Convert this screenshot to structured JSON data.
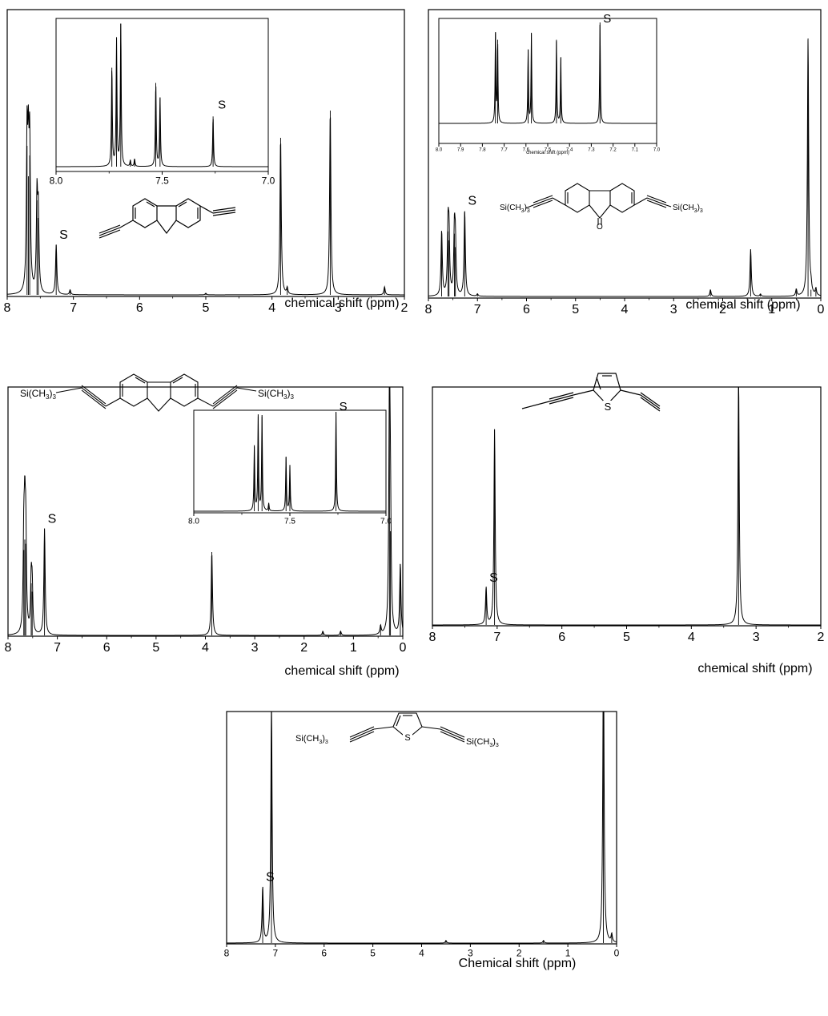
{
  "figure": {
    "axis_color": "#000000",
    "trace_color": "#000000"
  },
  "chart_data": [
    {
      "type": "line",
      "xlabel": "chemical shift (ppm)",
      "xlim": [
        8,
        2
      ],
      "x_ticks": [
        "8",
        "7",
        "6",
        "5",
        "4",
        "3",
        "2"
      ],
      "peaks": [
        {
          "x": 7.7,
          "y": 0.93
        },
        {
          "x": 7.68,
          "y": 0.74
        },
        {
          "x": 7.66,
          "y": 0.87
        },
        {
          "x": 7.55,
          "y": 0.59
        },
        {
          "x": 7.53,
          "y": 0.48
        },
        {
          "x": 7.26,
          "y": 0.31
        },
        {
          "x": 7.05,
          "y": 0.03
        },
        {
          "x": 5.0,
          "y": 0.01
        },
        {
          "x": 3.87,
          "y": 0.98
        },
        {
          "x": 3.77,
          "y": 0.04
        },
        {
          "x": 3.12,
          "y": 1.15
        },
        {
          "x": 2.3,
          "y": 0.05
        }
      ],
      "annotations": [
        {
          "text": "S",
          "x": 7.26
        }
      ],
      "inset": {
        "xlim": [
          8.0,
          7.0
        ],
        "x_ticks": [
          "8.0",
          "7.5",
          "7.0"
        ],
        "peaks": [
          {
            "x": 7.737,
            "y": 0.65
          },
          {
            "x": 7.715,
            "y": 0.83
          },
          {
            "x": 7.695,
            "y": 0.94
          },
          {
            "x": 7.65,
            "y": 0.04
          },
          {
            "x": 7.63,
            "y": 0.05
          },
          {
            "x": 7.53,
            "y": 0.55
          },
          {
            "x": 7.51,
            "y": 0.45
          },
          {
            "x": 7.26,
            "y": 0.33
          }
        ],
        "annotations": [
          {
            "text": "S",
            "x": 7.26
          }
        ]
      }
    },
    {
      "type": "line",
      "xlabel": "chemical shift (ppm)",
      "xlim": [
        8,
        0
      ],
      "x_ticks": [
        "8",
        "7",
        "6",
        "5",
        "4",
        "3",
        "2",
        "1",
        "0"
      ],
      "peaks": [
        {
          "x": 7.73,
          "y": 0.29
        },
        {
          "x": 7.6,
          "y": 0.29
        },
        {
          "x": 7.58,
          "y": 0.25
        },
        {
          "x": 7.47,
          "y": 0.28
        },
        {
          "x": 7.45,
          "y": 0.22
        },
        {
          "x": 7.26,
          "y": 0.38
        },
        {
          "x": 7.0,
          "y": 0.01
        },
        {
          "x": 2.25,
          "y": 0.03
        },
        {
          "x": 1.43,
          "y": 0.21
        },
        {
          "x": 1.23,
          "y": 0.01
        },
        {
          "x": 0.5,
          "y": 0.03
        },
        {
          "x": 0.26,
          "y": 1.15
        },
        {
          "x": 0.2,
          "y": 0.03
        },
        {
          "x": 0.1,
          "y": 0.03
        }
      ],
      "annotations": [
        {
          "text": "S",
          "x": 7.26
        }
      ],
      "inset": {
        "xlim": [
          8.0,
          7.0
        ],
        "xlabel": "chemical shift (ppm)",
        "x_ticks": [
          "8.0",
          "7.9",
          "7.8",
          "7.7",
          "7.6",
          "7.5",
          "7.4",
          "7.3",
          "7.2",
          "7.1",
          "7.0"
        ],
        "peaks": [
          {
            "x": 7.74,
            "y": 0.94
          },
          {
            "x": 7.73,
            "y": 0.87
          },
          {
            "x": 7.59,
            "y": 0.77
          },
          {
            "x": 7.575,
            "y": 0.93
          },
          {
            "x": 7.46,
            "y": 0.87
          },
          {
            "x": 7.44,
            "y": 0.69
          },
          {
            "x": 7.26,
            "y": 1.05
          }
        ],
        "annotations": [
          {
            "text": "S",
            "x": 7.26
          }
        ]
      }
    },
    {
      "type": "line",
      "xlabel": "chemical shift (ppm)",
      "xlim": [
        8,
        0
      ],
      "x_ticks": [
        "8",
        "7",
        "6",
        "5",
        "4",
        "3",
        "2",
        "1",
        "0"
      ],
      "peaks": [
        {
          "x": 7.68,
          "y": 0.41
        },
        {
          "x": 7.66,
          "y": 0.46
        },
        {
          "x": 7.64,
          "y": 0.44
        },
        {
          "x": 7.53,
          "y": 0.25
        },
        {
          "x": 7.51,
          "y": 0.21
        },
        {
          "x": 7.26,
          "y": 0.51
        },
        {
          "x": 3.87,
          "y": 0.4
        },
        {
          "x": 1.62,
          "y": 0.02
        },
        {
          "x": 1.26,
          "y": 0.02
        },
        {
          "x": 0.45,
          "y": 0.04
        },
        {
          "x": 0.27,
          "y": 1.15
        },
        {
          "x": 0.25,
          "y": 0.5
        },
        {
          "x": 0.05,
          "y": 0.34
        }
      ],
      "annotations": [
        {
          "text": "S",
          "x": 7.26
        }
      ],
      "inset": {
        "xlim": [
          8.0,
          7.0
        ],
        "x_ticks": [
          "8.0",
          "7.5",
          "7.0"
        ],
        "peaks": [
          {
            "x": 7.685,
            "y": 0.68
          },
          {
            "x": 7.665,
            "y": 1.0
          },
          {
            "x": 7.645,
            "y": 1.0
          },
          {
            "x": 7.61,
            "y": 0.08
          },
          {
            "x": 7.52,
            "y": 0.57
          },
          {
            "x": 7.5,
            "y": 0.48
          },
          {
            "x": 7.26,
            "y": 1.05
          }
        ],
        "annotations": [
          {
            "text": "S",
            "x": 7.26
          }
        ]
      }
    },
    {
      "type": "line",
      "xlabel": "chemical shift (ppm)",
      "xlim": [
        8,
        2
      ],
      "x_ticks": [
        "8",
        "7",
        "6",
        "5",
        "4",
        "3",
        "2"
      ],
      "peaks": [
        {
          "x": 7.17,
          "y": 0.14
        },
        {
          "x": 7.04,
          "y": 0.74
        },
        {
          "x": 3.27,
          "y": 0.95
        }
      ],
      "annotations": [
        {
          "text": "S",
          "x": 7.17
        }
      ]
    },
    {
      "type": "line",
      "xlabel": "Chemical shift (ppm)",
      "xlim": [
        8,
        0
      ],
      "x_ticks": [
        "8",
        "7",
        "6",
        "5",
        "4",
        "3",
        "2",
        "1",
        "0"
      ],
      "peaks": [
        {
          "x": 7.26,
          "y": 0.21
        },
        {
          "x": 7.08,
          "y": 0.92
        },
        {
          "x": 3.5,
          "y": 0.01
        },
        {
          "x": 1.5,
          "y": 0.01
        },
        {
          "x": 0.27,
          "y": 1.15
        },
        {
          "x": 0.1,
          "y": 0.03
        }
      ],
      "annotations": [
        {
          "text": "S",
          "x": 7.26
        }
      ]
    }
  ]
}
